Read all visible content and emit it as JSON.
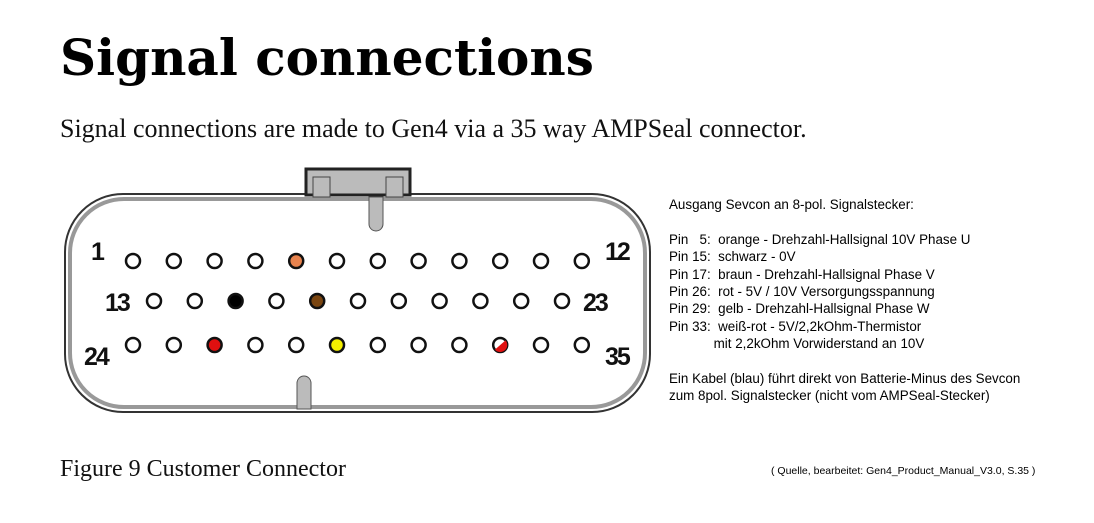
{
  "title": "Signal connections",
  "subtitle": "Signal connections are made to Gen4 via a 35 way AMPSeal connector.",
  "connector": {
    "row_labels": {
      "r1_left": "1",
      "r1_right": "12",
      "r2_left": "13",
      "r2_right": "23",
      "r3_left": "24",
      "r3_right": "35"
    },
    "colored_pins": [
      {
        "pin": 5,
        "color": "#e8834e"
      },
      {
        "pin": 15,
        "color": "#000000"
      },
      {
        "pin": 17,
        "color": "#7a4510"
      },
      {
        "pin": 26,
        "color": "#e01010"
      },
      {
        "pin": 29,
        "color": "#f5f000"
      },
      {
        "pin": 33,
        "color": "#e01010",
        "split": true
      }
    ]
  },
  "notes": {
    "heading": "Ausgang Sevcon an 8-pol. Signalstecker:",
    "pins": [
      "Pin   5:  orange - Drehzahl-Hallsignal 10V Phase U",
      "Pin 15:  schwarz - 0V",
      "Pin 17:  braun - Drehzahl-Hallsignal Phase V",
      "Pin 26:  rot - 5V / 10V Versorgungsspannung",
      "Pin 29:  gelb - Drehzahl-Hallsignal Phase W",
      "Pin 33:  weiß-rot - 5V/2,2kOhm-Thermistor",
      "            mit 2,2kOhm Vorwiderstand an 10V"
    ],
    "cable_line1": "Ein Kabel (blau) führt direkt von Batterie-Minus des Sevcon",
    "cable_line2": "zum 8pol. Signalstecker (nicht vom AMPSeal-Stecker)"
  },
  "caption": "Figure 9  Customer Connector",
  "source": "( Quelle, bearbeitet: Gen4_Product_Manual_V3.0, S.35 )"
}
